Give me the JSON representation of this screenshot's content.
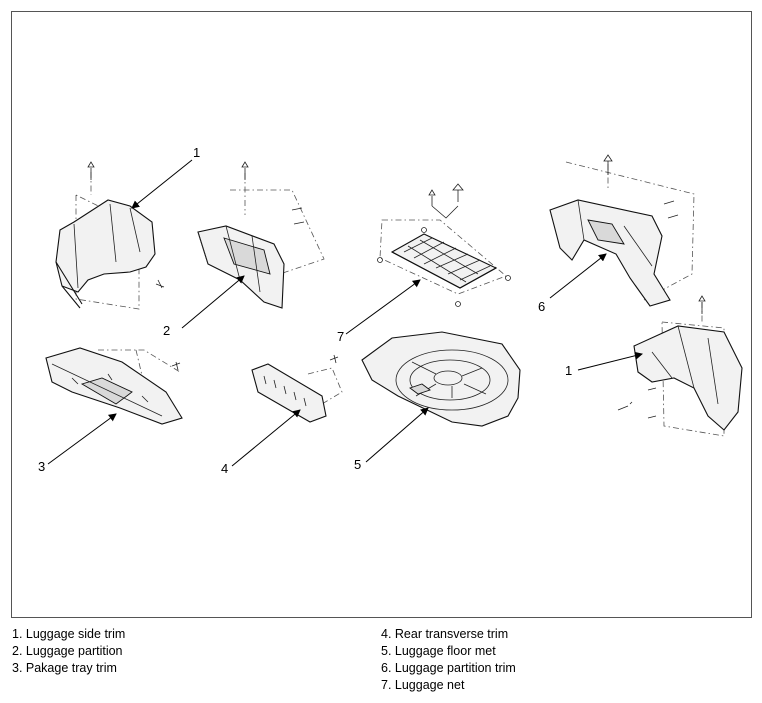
{
  "callouts": {
    "c1_top": "1",
    "c2": "2",
    "c3": "3",
    "c4": "4",
    "c5": "5",
    "c6": "6",
    "c7": "7",
    "c1_right": "1"
  },
  "legend": {
    "left": [
      "1. Luggage side trim",
      "2. Luggage partition",
      "3. Pakage tray trim"
    ],
    "right": [
      "4. Rear transverse trim",
      "5. Luggage floor met",
      "6. Luggage partition trim",
      "7. Luggage net"
    ]
  }
}
